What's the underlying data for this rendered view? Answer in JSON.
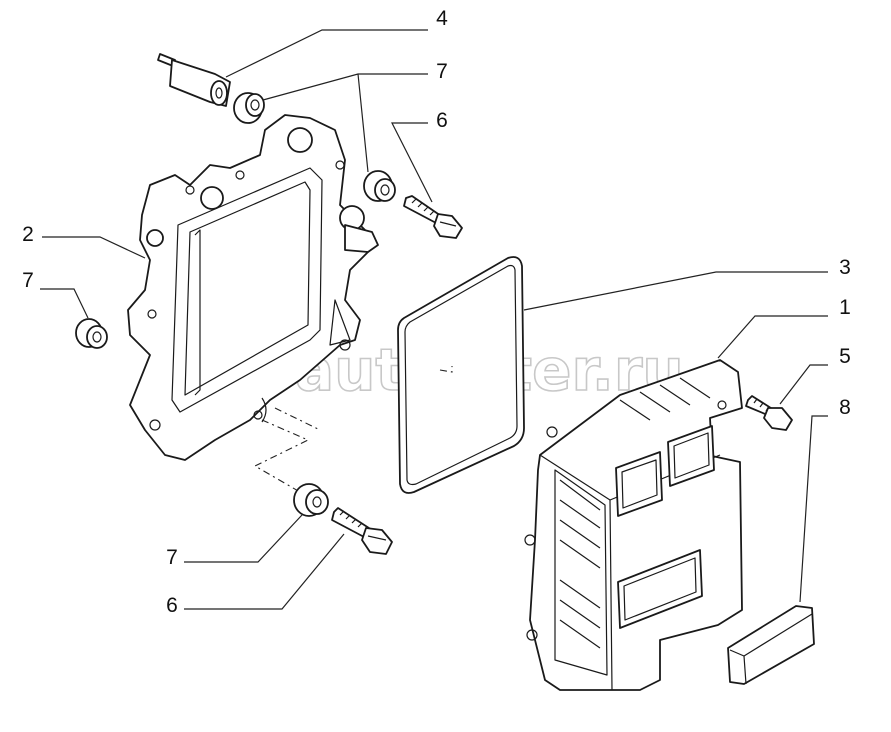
{
  "callouts": {
    "c4": "4",
    "c7_top": "7",
    "c6_top": "6",
    "c2": "2",
    "c7_left": "7",
    "c3": "3",
    "c1": "1",
    "c5": "5",
    "c8": "8",
    "c7_bottom": "7",
    "c6_bottom": "6"
  },
  "watermark": "autopiter.ru",
  "colors": {
    "line": "#1a1a1a",
    "watermark": "#c8c8c8",
    "background": "#ffffff"
  }
}
